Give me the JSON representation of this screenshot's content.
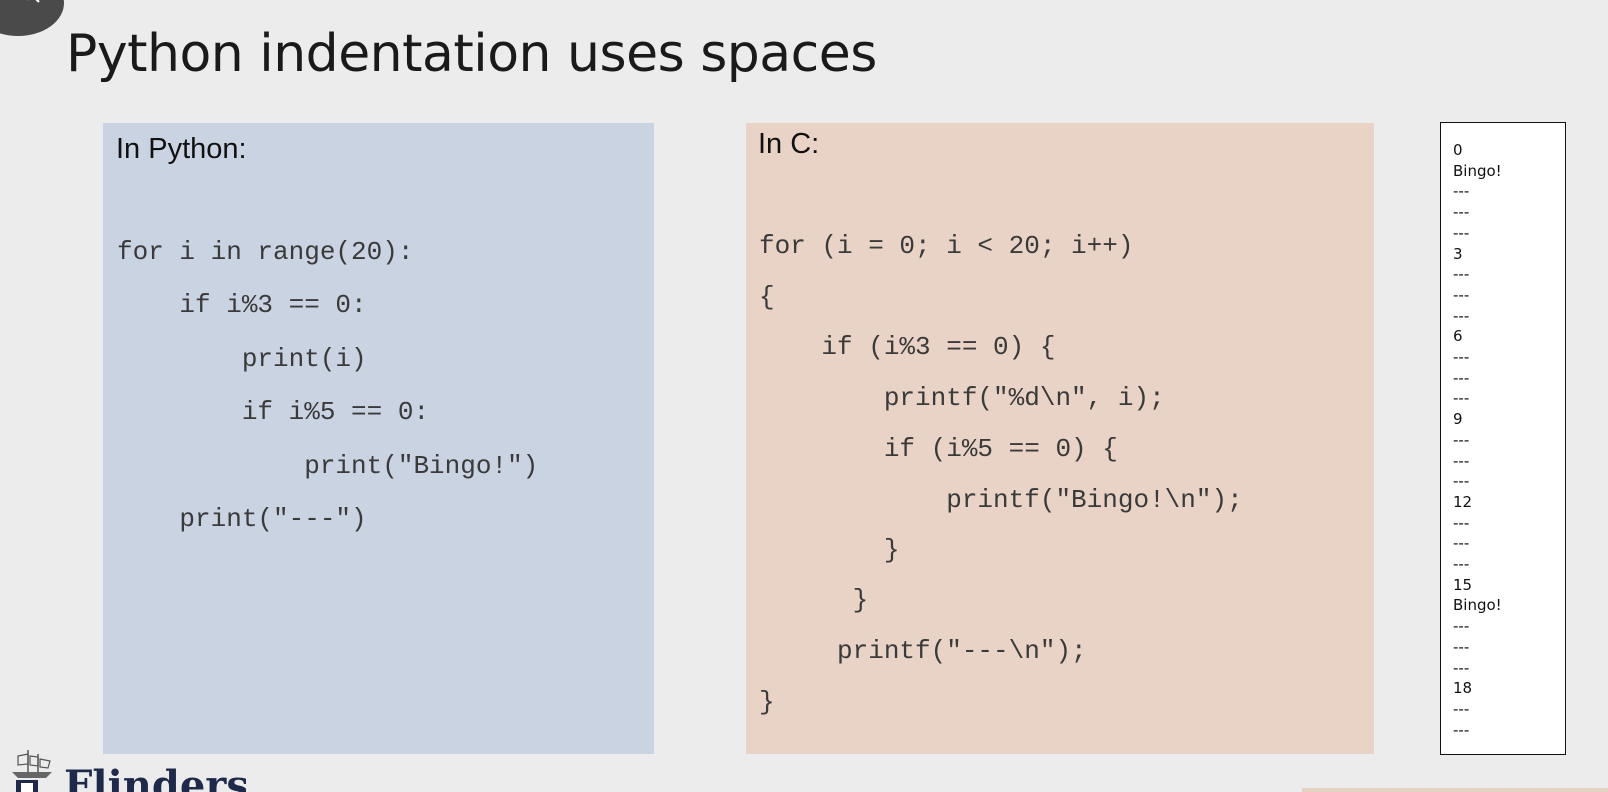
{
  "slide": {
    "title": "Python indentation uses spaces"
  },
  "python_panel": {
    "heading": "In Python:",
    "background": "#cad3e1",
    "code_lines": [
      "for i in range(20):",
      "    if i%3 == 0:",
      "        print(i)",
      "        if i%5 == 0:",
      "            print(\"Bingo!\")",
      "    print(\"---\")"
    ]
  },
  "c_panel": {
    "heading": "In C:",
    "background": "#e8d3c6",
    "code_lines": [
      "for (i = 0; i < 20; i++)",
      "{",
      "    if (i%3 == 0) {",
      "        printf(\"%d\\n\", i);",
      "        if (i%5 == 0) {",
      "            printf(\"Bingo!\\n\");",
      "        }",
      "      }",
      "     printf(\"---\\n\");",
      "}"
    ]
  },
  "output": {
    "lines": [
      "0",
      "Bingo!",
      "---",
      "---",
      "---",
      "3",
      "---",
      "---",
      "---",
      "6",
      "---",
      "---",
      "---",
      "9",
      "---",
      "---",
      "---",
      "12",
      "---",
      "---",
      "---",
      "15",
      "Bingo!",
      "---",
      "---",
      "---",
      "18",
      "---",
      "---"
    ]
  },
  "branding": {
    "logo_text": "Flinders"
  },
  "icons": {
    "zoom": "zoom-magnifier-icon",
    "logo": "ship-crest-icon"
  }
}
